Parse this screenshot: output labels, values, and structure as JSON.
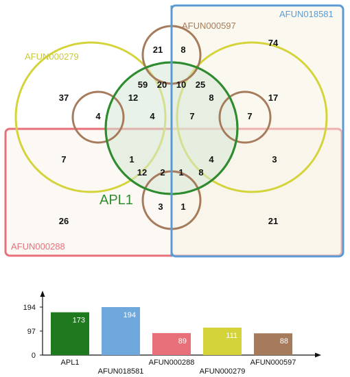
{
  "venn": {
    "center_label": "APL1",
    "set_labels": {
      "afun000597": "AFUN000597",
      "afun018581": "AFUN018581",
      "afun000279": "AFUN000279",
      "afun000288": "AFUN000288"
    },
    "colors": {
      "apl1": "#2e8b2e",
      "afun018581": "#5b9bd5",
      "afun000288": "#e8707a",
      "afun000279": "#d4d43a",
      "afun000597": "#a67b5b"
    },
    "counts": {
      "c21": "21",
      "c8a": "8",
      "c74": "74",
      "c59": "59",
      "c20": "20",
      "c10": "10",
      "c25": "25",
      "c37": "37",
      "c12a": "12",
      "c8b": "8",
      "c17": "17",
      "c4a": "4",
      "c4b": "4",
      "c7a": "7",
      "c7b": "7",
      "c7c": "7",
      "c1a": "1",
      "c4c": "4",
      "c3a": "3",
      "c12b": "12",
      "c2": "2",
      "c1b": "1",
      "c8c": "8",
      "c3b": "3",
      "c1c": "1",
      "c26": "26",
      "c21b": "21"
    }
  },
  "chart_data": {
    "type": "bar",
    "categories": [
      "APL1",
      "AFUN018581",
      "AFUN000288",
      "AFUN000279",
      "AFUN000597"
    ],
    "values": [
      173,
      194,
      89,
      111,
      88
    ],
    "colors": [
      "#1f7a1f",
      "#6fa8dc",
      "#e8707a",
      "#d4d43a",
      "#a67b5b"
    ],
    "yticks": [
      "0",
      "97",
      "194"
    ],
    "ylim": [
      0,
      194
    ]
  }
}
